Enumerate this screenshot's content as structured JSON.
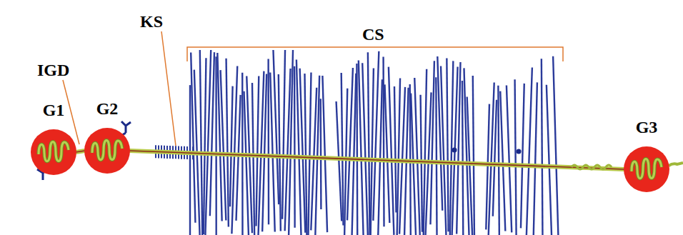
{
  "diagram": {
    "nodes": [
      {
        "text": [
          "G1"
        ]
      },
      {
        "text": [
          "G2"
        ]
      },
      {
        "text": [
          "G3"
        ]
      }
    ],
    "edges": [
      {
        "from": 0,
        "to": 1,
        "arrow": "none"
      },
      {
        "from": 1,
        "to": 2,
        "arrow": "none"
      }
    ],
    "labels": [
      "IGD",
      "KS",
      "CS"
    ]
  }
}
